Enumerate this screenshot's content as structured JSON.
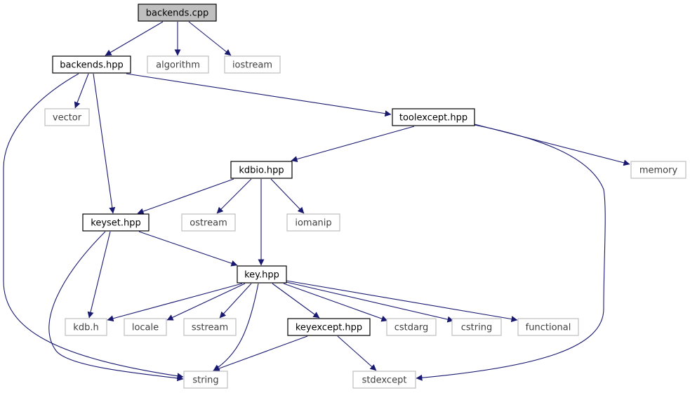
{
  "diagram": {
    "nodes": [
      {
        "id": "backends_cpp",
        "label": "backends.cpp",
        "kind": "root"
      },
      {
        "id": "backends_hpp",
        "label": "backends.hpp",
        "kind": "internal"
      },
      {
        "id": "algorithm",
        "label": "algorithm",
        "kind": "external"
      },
      {
        "id": "iostream",
        "label": "iostream",
        "kind": "external"
      },
      {
        "id": "vector",
        "label": "vector",
        "kind": "external"
      },
      {
        "id": "toolexcept_hpp",
        "label": "toolexcept.hpp",
        "kind": "internal"
      },
      {
        "id": "kdbio_hpp",
        "label": "kdbio.hpp",
        "kind": "internal"
      },
      {
        "id": "memory",
        "label": "memory",
        "kind": "external"
      },
      {
        "id": "keyset_hpp",
        "label": "keyset.hpp",
        "kind": "internal"
      },
      {
        "id": "ostream",
        "label": "ostream",
        "kind": "external"
      },
      {
        "id": "iomanip",
        "label": "iomanip",
        "kind": "external"
      },
      {
        "id": "key_hpp",
        "label": "key.hpp",
        "kind": "internal"
      },
      {
        "id": "kdb_h",
        "label": "kdb.h",
        "kind": "external"
      },
      {
        "id": "locale",
        "label": "locale",
        "kind": "external"
      },
      {
        "id": "sstream",
        "label": "sstream",
        "kind": "external"
      },
      {
        "id": "keyexcept_hpp",
        "label": "keyexcept.hpp",
        "kind": "internal"
      },
      {
        "id": "cstdarg",
        "label": "cstdarg",
        "kind": "external"
      },
      {
        "id": "cstring",
        "label": "cstring",
        "kind": "external"
      },
      {
        "id": "functional",
        "label": "functional",
        "kind": "external"
      },
      {
        "id": "string",
        "label": "string",
        "kind": "external"
      },
      {
        "id": "stdexcept",
        "label": "stdexcept",
        "kind": "external"
      }
    ],
    "edges": [
      {
        "from": "backends_cpp",
        "to": "backends_hpp"
      },
      {
        "from": "backends_cpp",
        "to": "algorithm"
      },
      {
        "from": "backends_cpp",
        "to": "iostream"
      },
      {
        "from": "backends_hpp",
        "to": "vector"
      },
      {
        "from": "backends_hpp",
        "to": "toolexcept_hpp"
      },
      {
        "from": "backends_hpp",
        "to": "keyset_hpp"
      },
      {
        "from": "backends_hpp",
        "to": "string"
      },
      {
        "from": "toolexcept_hpp",
        "to": "kdbio_hpp"
      },
      {
        "from": "toolexcept_hpp",
        "to": "memory"
      },
      {
        "from": "toolexcept_hpp",
        "to": "stdexcept"
      },
      {
        "from": "kdbio_hpp",
        "to": "keyset_hpp"
      },
      {
        "from": "kdbio_hpp",
        "to": "ostream"
      },
      {
        "from": "kdbio_hpp",
        "to": "iomanip"
      },
      {
        "from": "kdbio_hpp",
        "to": "key_hpp"
      },
      {
        "from": "keyset_hpp",
        "to": "key_hpp"
      },
      {
        "from": "keyset_hpp",
        "to": "kdb_h"
      },
      {
        "from": "keyset_hpp",
        "to": "string"
      },
      {
        "from": "key_hpp",
        "to": "kdb_h"
      },
      {
        "from": "key_hpp",
        "to": "locale"
      },
      {
        "from": "key_hpp",
        "to": "sstream"
      },
      {
        "from": "key_hpp",
        "to": "keyexcept_hpp"
      },
      {
        "from": "key_hpp",
        "to": "cstdarg"
      },
      {
        "from": "key_hpp",
        "to": "cstring"
      },
      {
        "from": "key_hpp",
        "to": "functional"
      },
      {
        "from": "key_hpp",
        "to": "string"
      },
      {
        "from": "keyexcept_hpp",
        "to": "string"
      },
      {
        "from": "keyexcept_hpp",
        "to": "stdexcept"
      }
    ],
    "colors": {
      "edge": "#191970",
      "root_fill": "#bfbfbf",
      "internal_border": "#000000",
      "external_border": "#bfbfbf",
      "external_text": "#404040"
    }
  }
}
